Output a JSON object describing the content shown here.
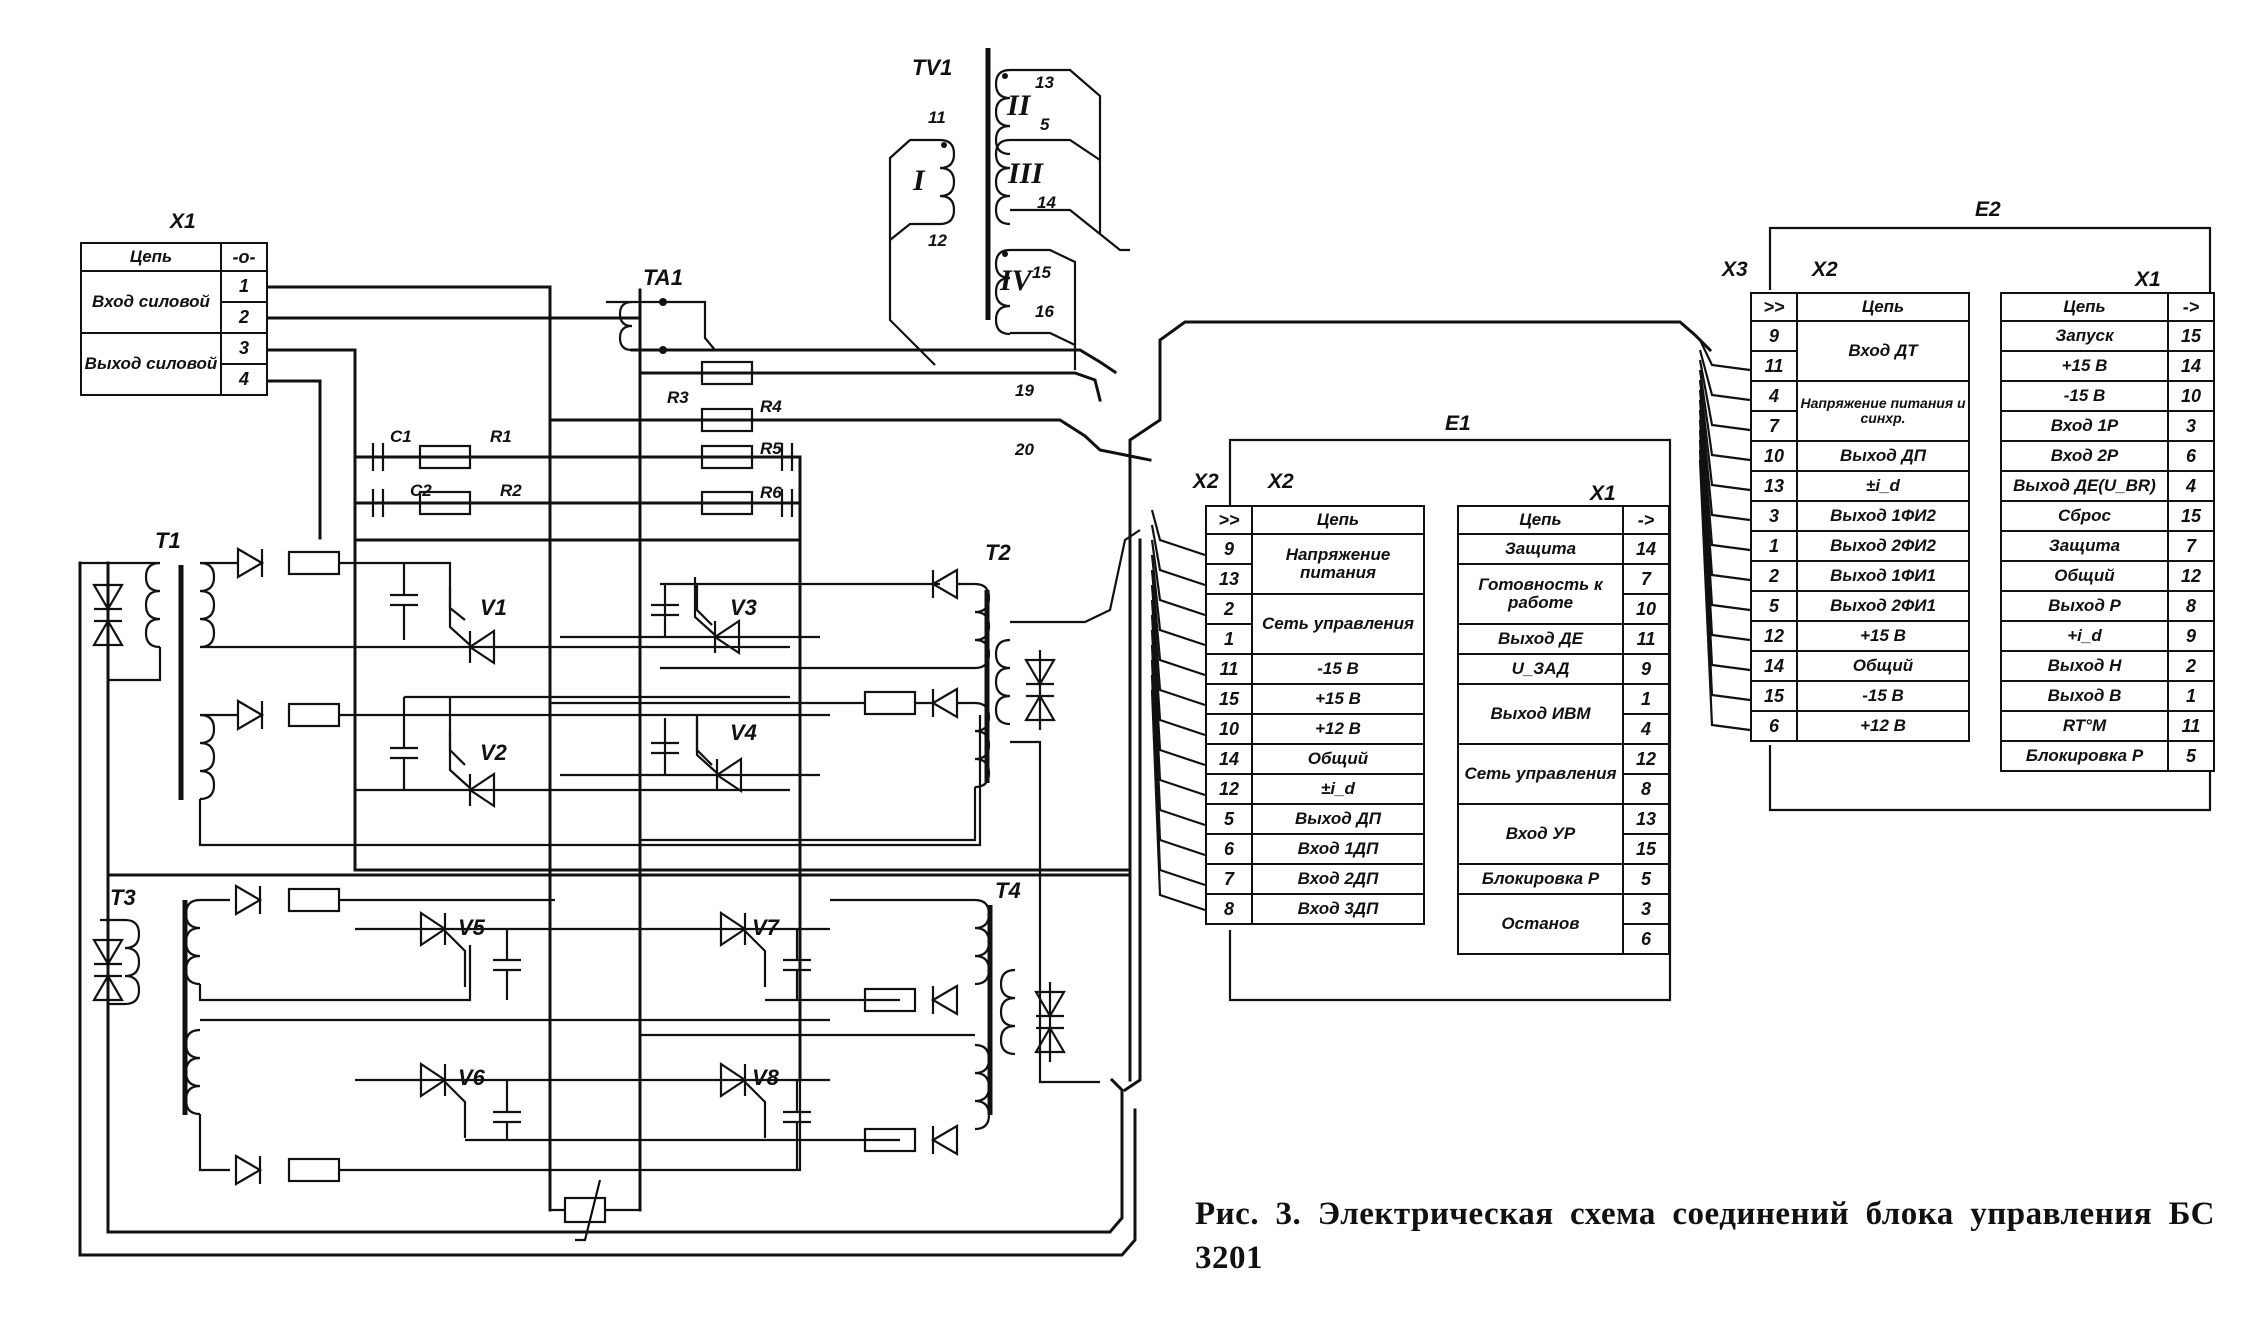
{
  "figure": {
    "caption": "Рис. 3. Электрическая схема соединений блока управления БС 3201"
  },
  "components": {
    "TV1": "TV1",
    "TA1": "TA1",
    "T1": "T1",
    "T2": "T2",
    "T3": "T3",
    "T4": "T4",
    "V1": "V1",
    "V2": "V2",
    "V3": "V3",
    "V4": "V4",
    "V5": "V5",
    "V6": "V6",
    "V7": "V7",
    "V8": "V8",
    "C1": "C1",
    "C2": "C2",
    "R1": "R1",
    "R2": "R2",
    "R3": "R3",
    "R4": "R4",
    "R5": "R5",
    "R6": "R6"
  },
  "tv1_windings": {
    "I": "I",
    "II": "II",
    "III": "III",
    "IV": "IV",
    "pins": [
      "11",
      "12",
      "13",
      "5",
      "14",
      "15",
      "16",
      "19",
      "20"
    ]
  },
  "x1": {
    "label": "X1",
    "header": {
      "name": "Цепь",
      "symbol": "-o-"
    },
    "groups": [
      {
        "name": "Вход силовой",
        "pins": [
          "1",
          "2"
        ]
      },
      {
        "name": "Выход силовой",
        "pins": [
          "3",
          "4"
        ]
      }
    ]
  },
  "e1": {
    "label": "E1",
    "outer_connector": "X2",
    "x2": {
      "label": "X2",
      "header": {
        "symbol": ">>",
        "name": "Цепь"
      },
      "rows": [
        {
          "pins": [
            "9",
            "13"
          ],
          "name": "Напряжение питания"
        },
        {
          "pins": [
            "2",
            "1"
          ],
          "name": "Сеть управления"
        },
        {
          "pins": [
            "11"
          ],
          "name": "-15 В"
        },
        {
          "pins": [
            "15"
          ],
          "name": "+15 В"
        },
        {
          "pins": [
            "10"
          ],
          "name": "+12 В"
        },
        {
          "pins": [
            "14"
          ],
          "name": "Общий"
        },
        {
          "pins": [
            "12"
          ],
          "name": "±i_d"
        },
        {
          "pins": [
            "5"
          ],
          "name": "Выход ДП"
        },
        {
          "pins": [
            "6"
          ],
          "name": "Вход 1ДП"
        },
        {
          "pins": [
            "7"
          ],
          "name": "Вход 2ДП"
        },
        {
          "pins": [
            "8"
          ],
          "name": "Вход 3ДП"
        }
      ]
    },
    "x1": {
      "label": "X1",
      "header": {
        "name": "Цепь",
        "symbol": "->"
      },
      "rows": [
        {
          "name": "Защита",
          "pins": [
            "14"
          ]
        },
        {
          "name": "Готовность к работе",
          "pins": [
            "7",
            "10"
          ]
        },
        {
          "name": "Выход ДЕ",
          "pins": [
            "11"
          ]
        },
        {
          "name": "U_ЗАД",
          "pins": [
            "9"
          ]
        },
        {
          "name": "Выход ИВМ",
          "pins": [
            "1",
            "4"
          ]
        },
        {
          "name": "Сеть управления",
          "pins": [
            "12",
            "8"
          ]
        },
        {
          "name": "Вход УР",
          "pins": [
            "13",
            "15"
          ]
        },
        {
          "name": "Блокировка Р",
          "pins": [
            "5"
          ]
        },
        {
          "name": "Останов",
          "pins": [
            "3",
            "6"
          ]
        }
      ]
    }
  },
  "e2": {
    "label": "E2",
    "outer_connector": "X3",
    "x2": {
      "label": "X2",
      "header": {
        "symbol": ">>",
        "name": "Цепь"
      },
      "rows": [
        {
          "pins": [
            "9",
            "11"
          ],
          "name": "Вход ДТ"
        },
        {
          "pins": [
            "4",
            "7"
          ],
          "name": "Напряжение питания и синхр."
        },
        {
          "pins": [
            "10"
          ],
          "name": "Выход ДП"
        },
        {
          "pins": [
            "13"
          ],
          "name": "±i_d"
        },
        {
          "pins": [
            "3"
          ],
          "name": "Выход 1ФИ2"
        },
        {
          "pins": [
            "1"
          ],
          "name": "Выход 2ФИ2"
        },
        {
          "pins": [
            "2"
          ],
          "name": "Выход 1ФИ1"
        },
        {
          "pins": [
            "5"
          ],
          "name": "Выход 2ФИ1"
        },
        {
          "pins": [
            "12"
          ],
          "name": "+15 В"
        },
        {
          "pins": [
            "14"
          ],
          "name": "Общий"
        },
        {
          "pins": [
            "15"
          ],
          "name": "-15 В"
        },
        {
          "pins": [
            "6"
          ],
          "name": "+12 В"
        }
      ]
    },
    "x1": {
      "label": "X1",
      "header": {
        "name": "Цепь",
        "symbol": "->"
      },
      "rows": [
        {
          "name": "Запуск",
          "pins": [
            "15"
          ]
        },
        {
          "name": "+15 В",
          "pins": [
            "14"
          ]
        },
        {
          "name": "-15 В",
          "pins": [
            "10"
          ]
        },
        {
          "name": "Вход 1Р",
          "pins": [
            "3"
          ]
        },
        {
          "name": "Вход 2Р",
          "pins": [
            "6"
          ]
        },
        {
          "name": "Выход ДЕ(U_ВR)",
          "pins": [
            "4"
          ]
        },
        {
          "name": "Сброс",
          "pins": [
            "15"
          ]
        },
        {
          "name": "Защита",
          "pins": [
            "7"
          ]
        },
        {
          "name": "Общий",
          "pins": [
            "12"
          ]
        },
        {
          "name": "Выход Р",
          "pins": [
            "8"
          ]
        },
        {
          "name": "+i_d",
          "pins": [
            "9"
          ]
        },
        {
          "name": "Выход Н",
          "pins": [
            "2"
          ]
        },
        {
          "name": "Выход В",
          "pins": [
            "1"
          ]
        },
        {
          "name": "RT°M",
          "pins": [
            "11"
          ]
        },
        {
          "name": "Блокировка Р",
          "pins": [
            "5"
          ]
        }
      ]
    }
  }
}
